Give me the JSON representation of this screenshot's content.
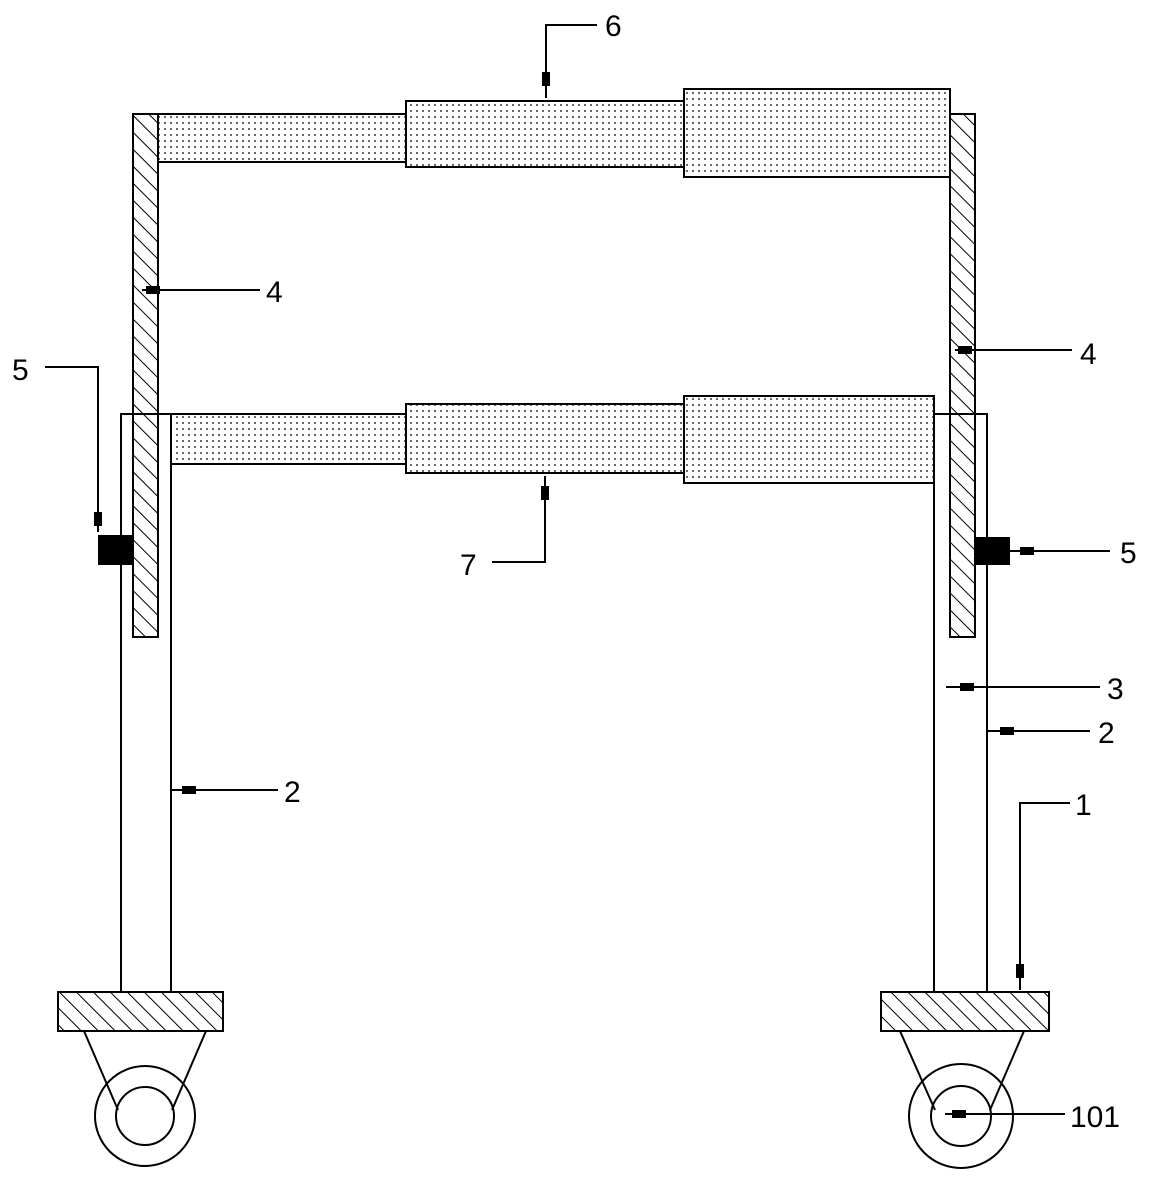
{
  "labels": {
    "l1": "1",
    "l2a": "2",
    "l2b": "2",
    "l3": "3",
    "l4a": "4",
    "l4b": "4",
    "l5a": "5",
    "l5b": "5",
    "l6": "6",
    "l7": "7",
    "l101": "101"
  },
  "colors": {
    "stroke": "#000000",
    "fill_dots": "#ffffff",
    "block": "#000000"
  }
}
